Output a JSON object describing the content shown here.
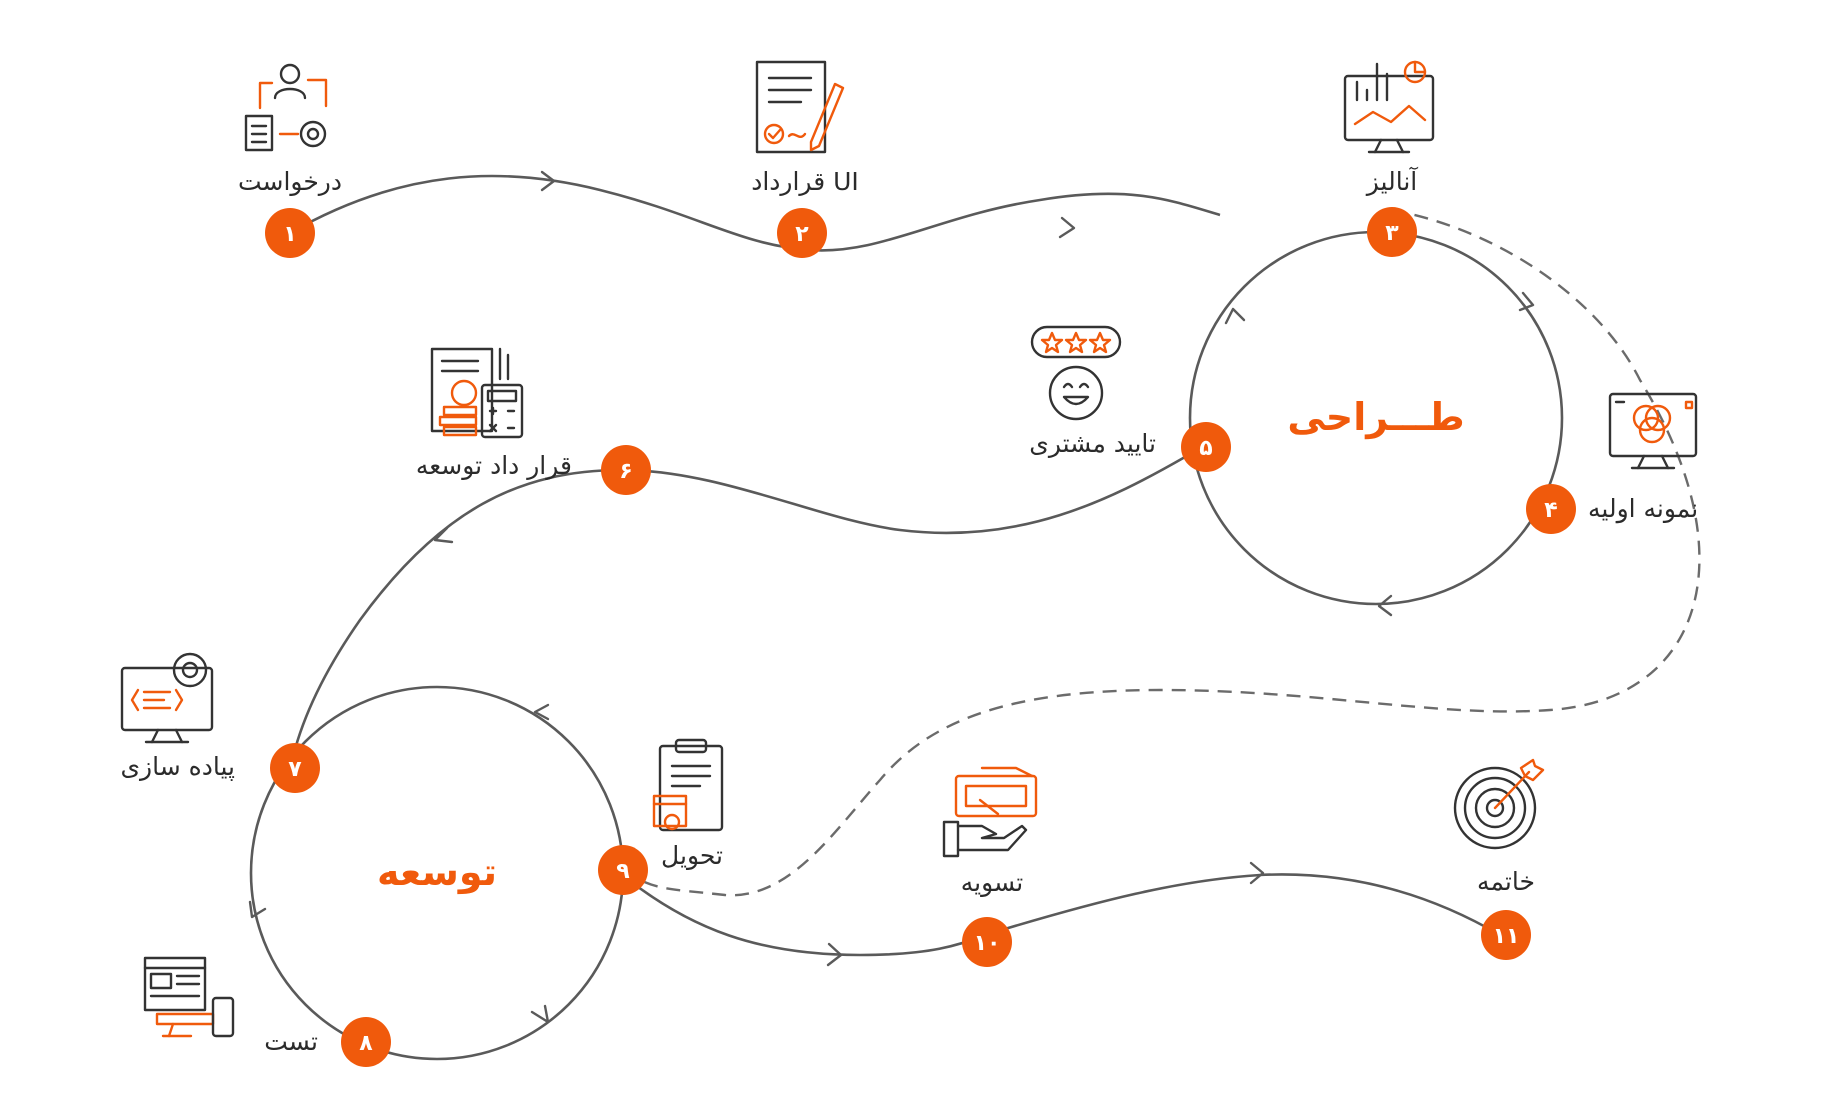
{
  "colors": {
    "accent": "#f05a0c",
    "line": "#5a5a5a",
    "text": "#2b2b2b"
  },
  "phases": {
    "design": "طـــراحی",
    "development": "توسعه"
  },
  "stages": [
    {
      "num": "۱",
      "label": "درخواست",
      "icon": "request-icon"
    },
    {
      "num": "۲",
      "label": "قرارداد UI",
      "icon": "contract-icon"
    },
    {
      "num": "۳",
      "label": "آنالیز",
      "icon": "analysis-icon"
    },
    {
      "num": "۴",
      "label": "نمونه اولیه",
      "icon": "prototype-icon"
    },
    {
      "num": "۵",
      "label": "تایید مشتری",
      "icon": "customer-approval-icon"
    },
    {
      "num": "۶",
      "label": "قرار داد توسعه",
      "icon": "development-contract-icon"
    },
    {
      "num": "۷",
      "label": "پیاده سازی",
      "icon": "implementation-icon"
    },
    {
      "num": "۸",
      "label": "تست",
      "icon": "test-icon"
    },
    {
      "num": "۹",
      "label": "تحویل",
      "icon": "delivery-icon"
    },
    {
      "num": "۱۰",
      "label": "تسویه",
      "icon": "settlement-icon"
    },
    {
      "num": "۱۱",
      "label": "خاتمه",
      "icon": "finish-target-icon"
    }
  ]
}
